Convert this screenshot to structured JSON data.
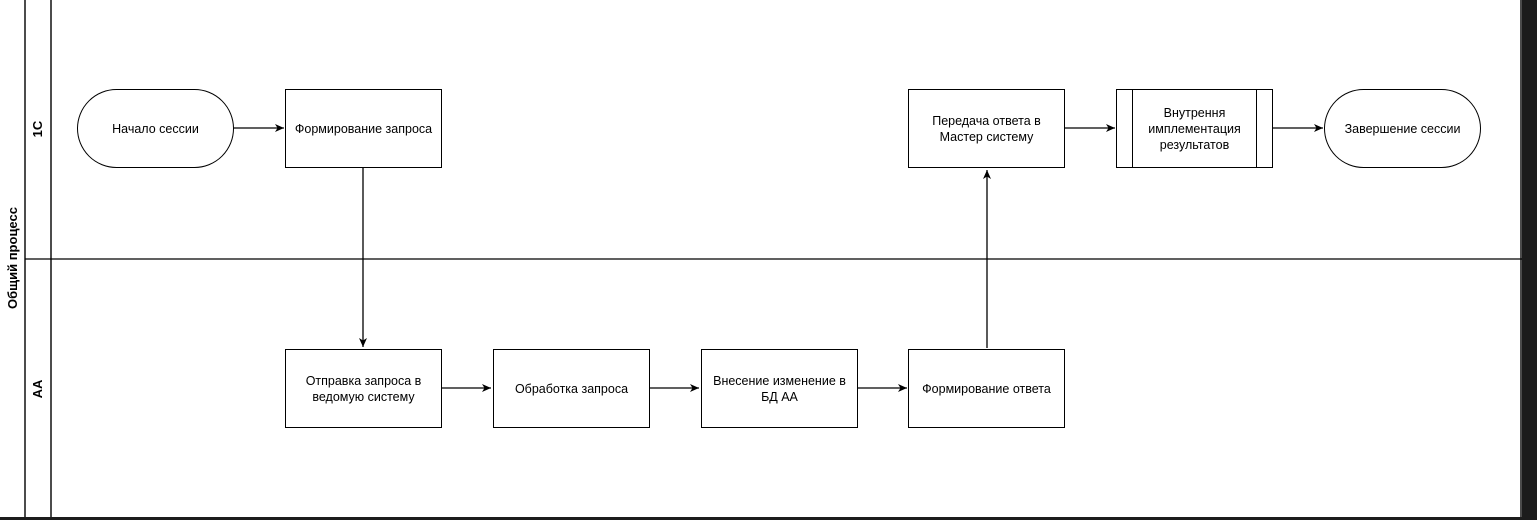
{
  "pool": {
    "title": "Общий процесс"
  },
  "lanes": [
    {
      "id": "1c",
      "label": "1С"
    },
    {
      "id": "aa",
      "label": "АА"
    }
  ],
  "nodes": {
    "start": "Начало сессии",
    "form_request": "Формирование запроса",
    "send_request": "Отправка запроса в ведомую систему",
    "process_request": "Обработка запроса",
    "db_change": "Внесение изменение в БД АА",
    "form_response": "Формирование ответа",
    "send_response": "Передача ответа в Мастер систему",
    "internal_impl": "Внутрення имплементация результатов",
    "end": "Завершение сессии"
  },
  "edges": [
    [
      "start",
      "form_request"
    ],
    [
      "form_request",
      "send_request"
    ],
    [
      "send_request",
      "process_request"
    ],
    [
      "process_request",
      "db_change"
    ],
    [
      "db_change",
      "form_response"
    ],
    [
      "form_response",
      "send_response"
    ],
    [
      "send_response",
      "internal_impl"
    ],
    [
      "internal_impl",
      "end"
    ]
  ]
}
